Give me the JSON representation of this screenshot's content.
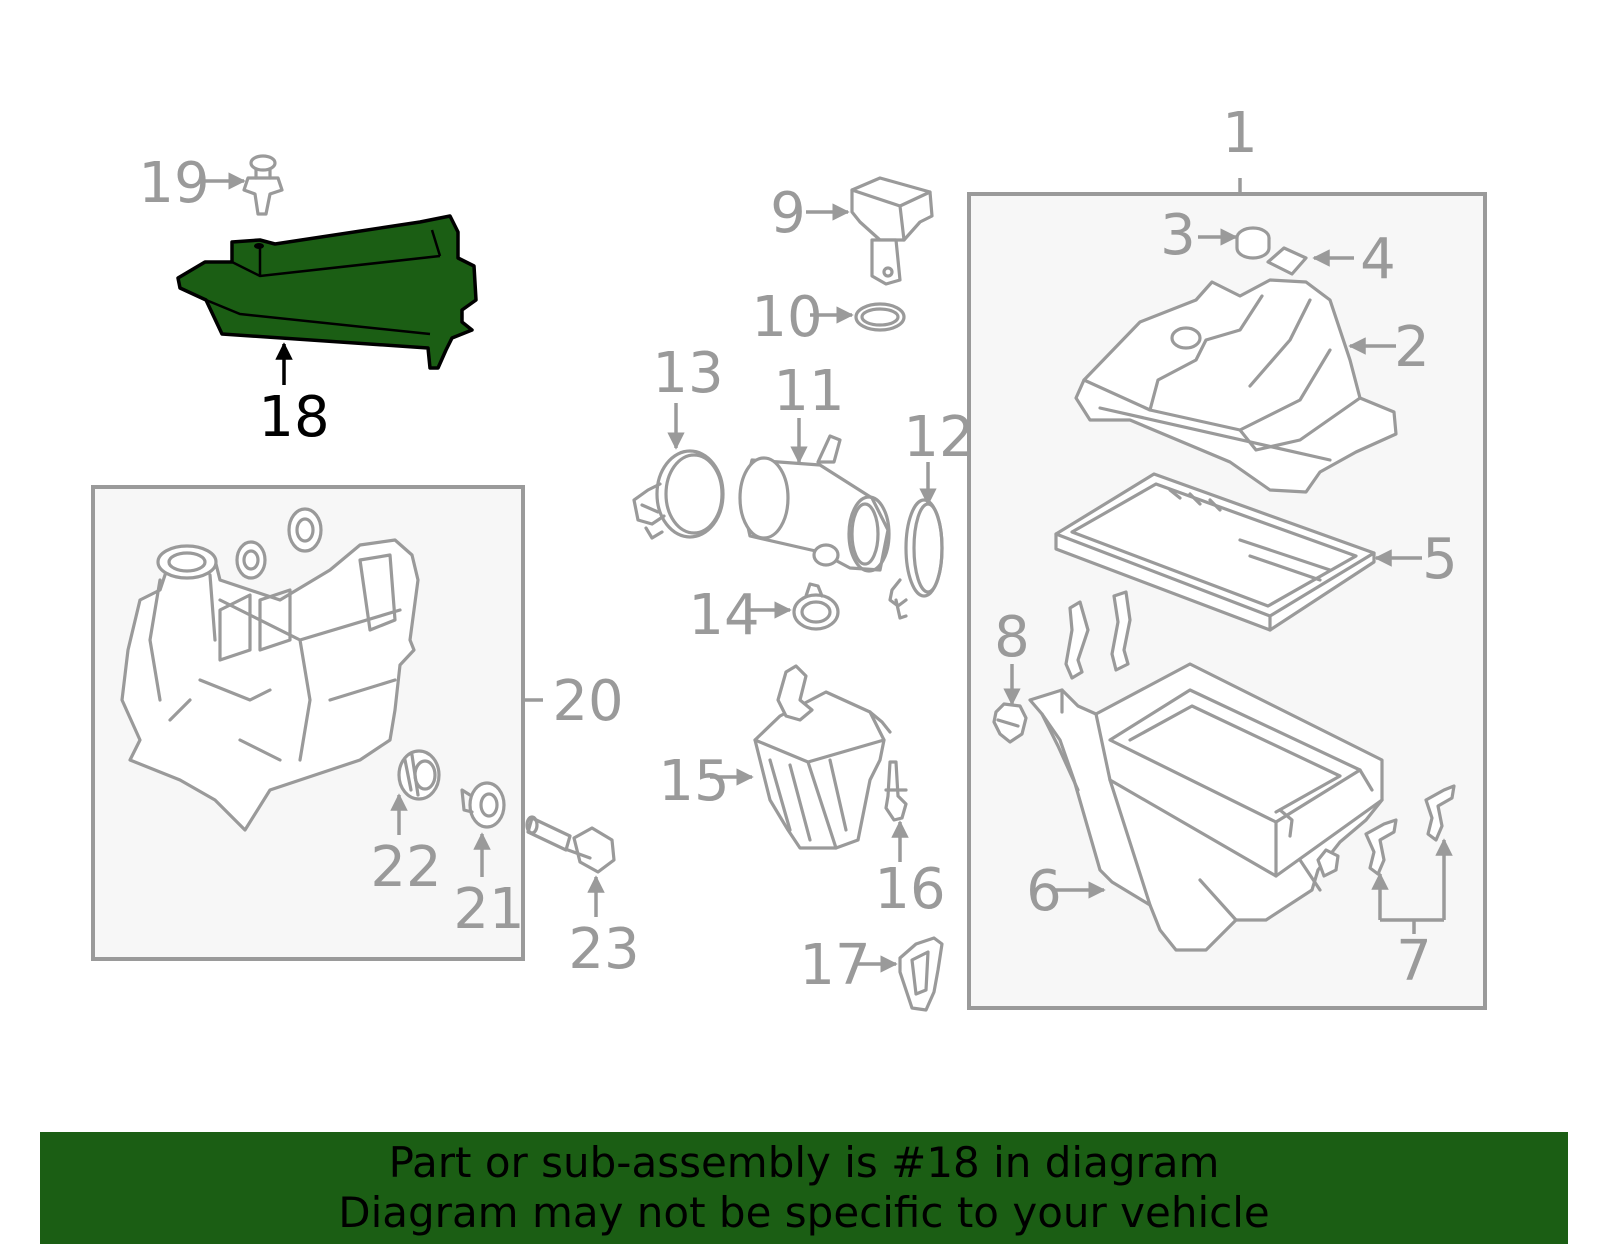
{
  "highlight": {
    "part_number": "18",
    "color": "#1b5e14"
  },
  "callouts": {
    "c1": "1",
    "c2": "2",
    "c3": "3",
    "c4": "4",
    "c5": "5",
    "c6": "6",
    "c7": "7",
    "c8": "8",
    "c9": "9",
    "c10": "10",
    "c11": "11",
    "c12": "12",
    "c13": "13",
    "c14": "14",
    "c15": "15",
    "c16": "16",
    "c17": "17",
    "c18": "18",
    "c19": "19",
    "c20": "20",
    "c21": "21",
    "c22": "22",
    "c23": "23"
  },
  "banner": {
    "line1": "Part or sub-assembly is #18 in diagram",
    "line2": "Diagram may not be specific to your vehicle"
  }
}
